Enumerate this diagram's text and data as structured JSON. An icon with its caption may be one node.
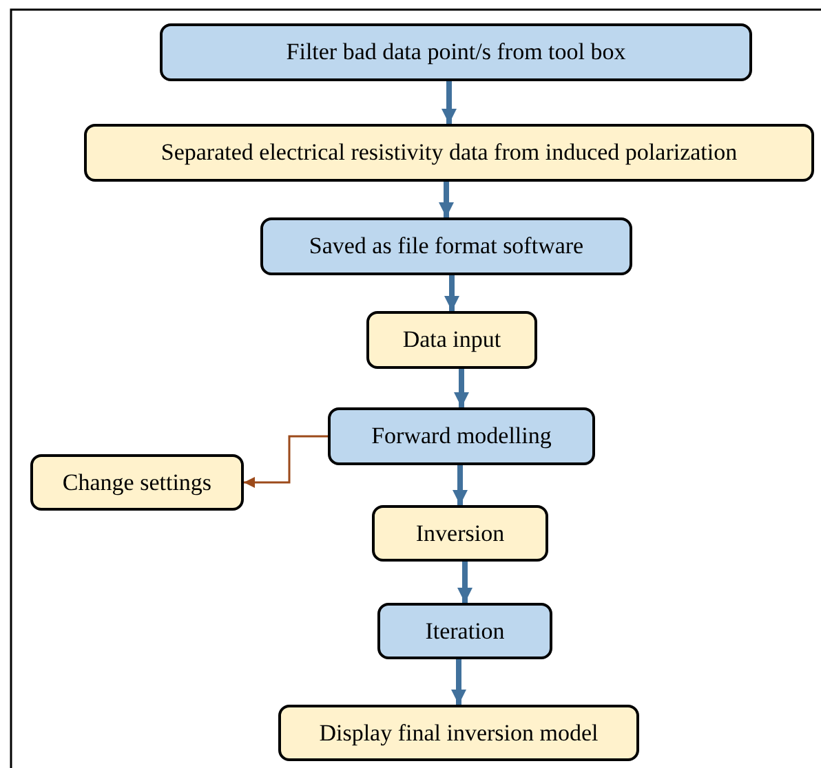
{
  "diagram": {
    "nodes": [
      {
        "text": [
          "Filter bad data point/s from tool box"
        ]
      },
      {
        "text": [
          "Separated electrical resistivity data from induced polarization"
        ]
      },
      {
        "text": [
          "Saved as file format software"
        ]
      },
      {
        "text": [
          "Data input"
        ]
      },
      {
        "text": [
          "Forward modelling"
        ]
      },
      {
        "text": [
          "Change settings"
        ]
      },
      {
        "text": [
          "Inversion"
        ]
      },
      {
        "text": [
          "Iteration"
        ]
      },
      {
        "text": [
          "Display final inversion model"
        ]
      }
    ],
    "edges": [
      {
        "from": 0,
        "to": 1,
        "arrow": "to"
      },
      {
        "from": 1,
        "to": 2,
        "arrow": "to"
      },
      {
        "from": 2,
        "to": 3,
        "arrow": "to"
      },
      {
        "from": 3,
        "to": 4,
        "arrow": "to"
      },
      {
        "from": 4,
        "to": 5,
        "arrow": "to",
        "color": "#9c4a1a"
      },
      {
        "from": 4,
        "to": 6,
        "arrow": "to"
      },
      {
        "from": 6,
        "to": 7,
        "arrow": "to"
      },
      {
        "from": 7,
        "to": 8,
        "arrow": "to"
      }
    ]
  }
}
